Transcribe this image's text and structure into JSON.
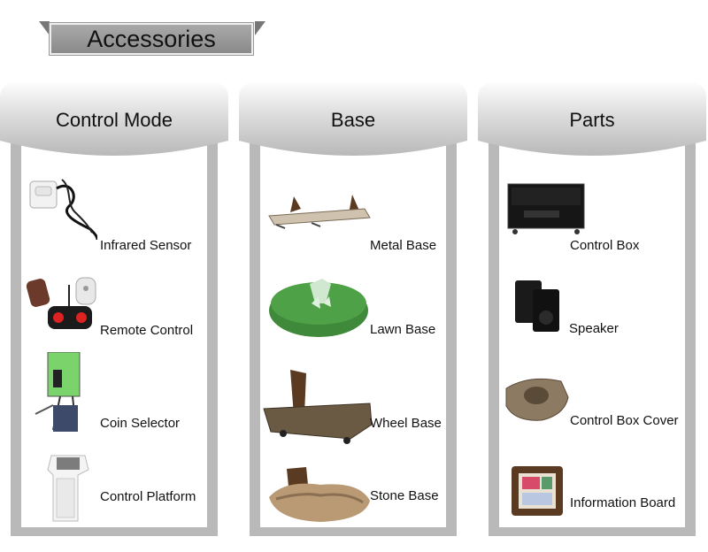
{
  "title": "Accessories",
  "columns": [
    {
      "heading": "Control Mode",
      "items": [
        {
          "label": "Infrared Sensor",
          "icon": "infrared-sensor-icon"
        },
        {
          "label": "Remote Control",
          "icon": "remote-control-icon"
        },
        {
          "label": "Coin Selector",
          "icon": "coin-selector-icon"
        },
        {
          "label": "Control Platform",
          "icon": "control-platform-icon"
        }
      ]
    },
    {
      "heading": "Base",
      "items": [
        {
          "label": "Metal Base",
          "icon": "metal-base-icon"
        },
        {
          "label": "Lawn Base",
          "icon": "lawn-base-icon"
        },
        {
          "label": "Wheel Base",
          "icon": "wheel-base-icon"
        },
        {
          "label": "Stone Base",
          "icon": "stone-base-icon"
        }
      ]
    },
    {
      "heading": "Parts",
      "items": [
        {
          "label": "Control Box",
          "icon": "control-box-icon"
        },
        {
          "label": "Speaker",
          "icon": "speaker-icon"
        },
        {
          "label": "Control Box Cover",
          "icon": "control-box-cover-icon"
        },
        {
          "label": "Information Board",
          "icon": "information-board-icon"
        }
      ]
    }
  ],
  "colors": {
    "frame": "#b9b9b9",
    "banner": "#999999",
    "header_top": "#fdfdfd",
    "header_bottom": "#b8b8b8"
  }
}
